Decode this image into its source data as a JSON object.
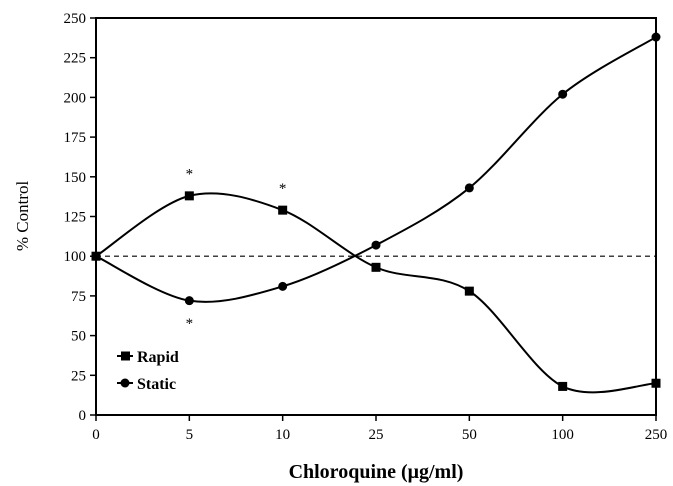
{
  "chart_data": {
    "type": "line",
    "xlabel": "Chloroquine (μg/ml)",
    "ylabel": "% Control",
    "categories": [
      "0",
      "5",
      "10",
      "25",
      "50",
      "100",
      "250"
    ],
    "ylim": [
      0,
      250
    ],
    "yticks": [
      0,
      25,
      50,
      75,
      100,
      125,
      150,
      175,
      200,
      225,
      250
    ],
    "grid": false,
    "legend_position": "bottom-left",
    "reference_line": {
      "y": 100,
      "style": "dashed"
    },
    "series": [
      {
        "name": "Rapid",
        "marker": "square",
        "values": [
          100,
          138,
          129,
          93,
          78,
          18,
          20
        ]
      },
      {
        "name": "Static",
        "marker": "circle",
        "values": [
          100,
          72,
          81,
          107,
          143,
          202,
          238
        ]
      }
    ],
    "annotations": [
      {
        "text": "*",
        "category": "5",
        "y": 152
      },
      {
        "text": "*",
        "category": "10",
        "y": 143
      },
      {
        "text": "*",
        "category": "5",
        "y": 58
      }
    ]
  }
}
